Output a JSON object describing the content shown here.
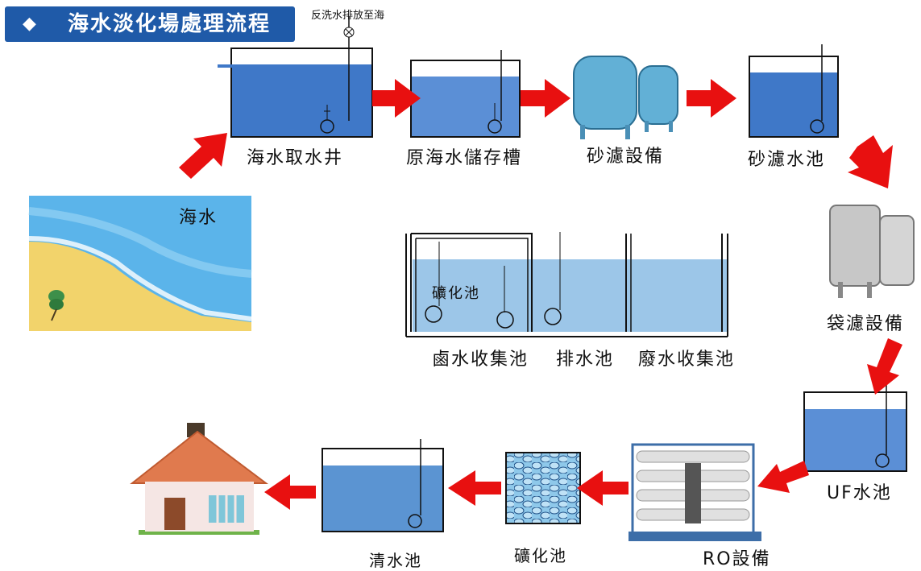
{
  "title": {
    "diamond": "◆",
    "text": "海水淡化場處理流程"
  },
  "labels": {
    "backwash": "反洗水排放至海",
    "seawater": "海水",
    "intake": "海水取水井",
    "raw_storage": "原海水儲存槽",
    "sand_filter": "砂濾設備",
    "sand_pool": "砂濾水池",
    "bag_filter": "袋濾設備",
    "uf_pool": "UF水池",
    "ro": "RO設備",
    "mineral": "礦化池",
    "clear_pool": "清水池",
    "brine": "鹵水收集池",
    "drain": "排水池",
    "waste": "廢水收集池",
    "mineral_inside": "礦化池"
  },
  "colors": {
    "title_bg": "#1f5aa8",
    "arrow": "#e81010",
    "water_dark": "#3f78c8",
    "water_mid": "#5b8fd6",
    "water_light": "#9cc6e8",
    "sand": "#f2d36b",
    "sea": "#5bb4ea"
  }
}
